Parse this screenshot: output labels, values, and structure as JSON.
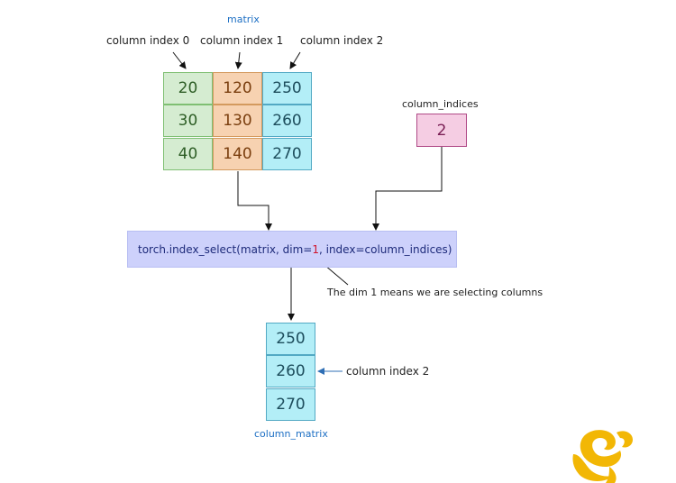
{
  "matrix_title": "matrix",
  "column_labels": [
    "column index 0",
    "column index 1",
    "column index 2"
  ],
  "matrix": [
    [
      20,
      120,
      250
    ],
    [
      30,
      130,
      260
    ],
    [
      40,
      140,
      270
    ]
  ],
  "column_indices_title": "column_indices",
  "column_indices_value": "2",
  "function_call": {
    "prefix": "torch.index_select(matrix, dim=",
    "dim_value": "1",
    "suffix": ", index=column_indices)"
  },
  "dim_annotation": "The dim 1 means we are selecting columns",
  "result_values": [
    250,
    260,
    270
  ],
  "result_annotation": "column index 2",
  "result_title": "column_matrix",
  "colors": {
    "green": "#d5ecd1",
    "orange": "#f7d2b1",
    "cyan": "#b3eef7",
    "pink": "#f5cde3",
    "function_box": "#cdd1fb",
    "highlight": "#d0142c",
    "title_blue": "#1d6fc4"
  }
}
